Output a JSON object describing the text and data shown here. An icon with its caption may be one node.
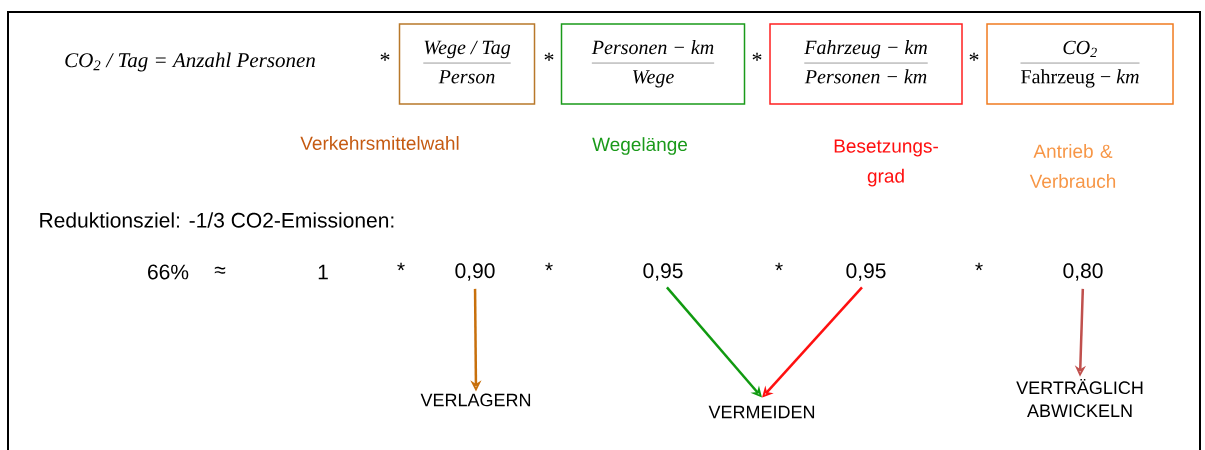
{
  "diagram": {
    "nodes": [
      {
        "text": [
          "Wege / Tag",
          "Person"
        ],
        "beside": [
          "Verkehrsmittelwahl"
        ]
      },
      {
        "text": [
          "Personen − km",
          "Wege"
        ],
        "beside": [
          "Wegelänge"
        ]
      },
      {
        "text": [
          "Fahrzeug − km",
          "Personen − km"
        ],
        "beside": [
          "Besetzungs- grad"
        ]
      },
      {
        "text": [
          "CO$_{2}$",
          "Fahrzeug − *km*"
        ],
        "beside": [
          "Antrieb & Verbrauch"
        ]
      },
      {
        "text": [
          "0,90"
        ]
      },
      {
        "text": [
          "0,95"
        ]
      },
      {
        "text": [
          "0,95"
        ]
      },
      {
        "text": [
          "0,80"
        ]
      },
      {
        "text": [
          "VERLAGERN"
        ]
      },
      {
        "text": [
          "VERMEIDEN"
        ]
      },
      {
        "text": [
          "VERTRÄGLICH ABWICKELN"
        ]
      }
    ],
    "edges": [
      {
        "from": 4,
        "to": 8,
        "arrow": "to",
        "color": "#c8700c"
      },
      {
        "from": 5,
        "to": 9,
        "arrow": "to",
        "color": "#109a10"
      },
      {
        "from": 6,
        "to": 9,
        "arrow": "to",
        "color": "#ff1010"
      },
      {
        "from": 7,
        "to": 10,
        "arrow": "to",
        "color": "#c0504d"
      }
    ],
    "labels": [
      "CO$_{2}$ / Tag = Anzahl Personen",
      "*",
      "*",
      "*",
      "*",
      "Reduktionsziel: -1/3 CO2-Emissionen:",
      "66%",
      "≈",
      "1",
      "*",
      "*",
      "*",
      "*"
    ]
  }
}
